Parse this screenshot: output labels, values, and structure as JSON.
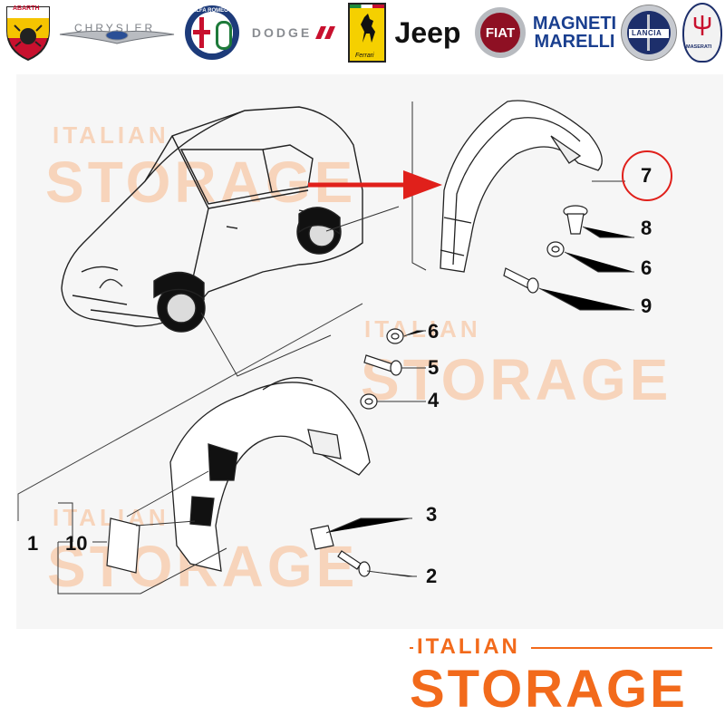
{
  "brands": {
    "abarth": "ABARTH",
    "chrysler": "CHRYSLER",
    "alfa_romeo": "ALFA ROMEO",
    "dodge": "DODGE",
    "ferrari": "Ferrari",
    "jeep": "Jeep",
    "fiat": "FIAT",
    "magneti_marelli_line1": "MAGNETI",
    "magneti_marelli_line2": "MARELLI",
    "lancia": "LANCIA",
    "maserati": "MASERATI"
  },
  "callouts": {
    "c7": "7",
    "c8": "8",
    "c6_top": "6",
    "c9": "9",
    "c6_mid": "6",
    "c5": "5",
    "c4": "4",
    "c3": "3",
    "c2": "2",
    "c1": "1",
    "c10": "10"
  },
  "watermark": {
    "italian": "ITALIAN",
    "storage": "STORAGE"
  },
  "footer": {
    "italian": "ITALIAN",
    "storage": "STORAGE"
  },
  "colors": {
    "brand_orange": "#f26a1b",
    "arrow_red": "#e0201b",
    "watermark_orange": "#f8c9a8"
  }
}
